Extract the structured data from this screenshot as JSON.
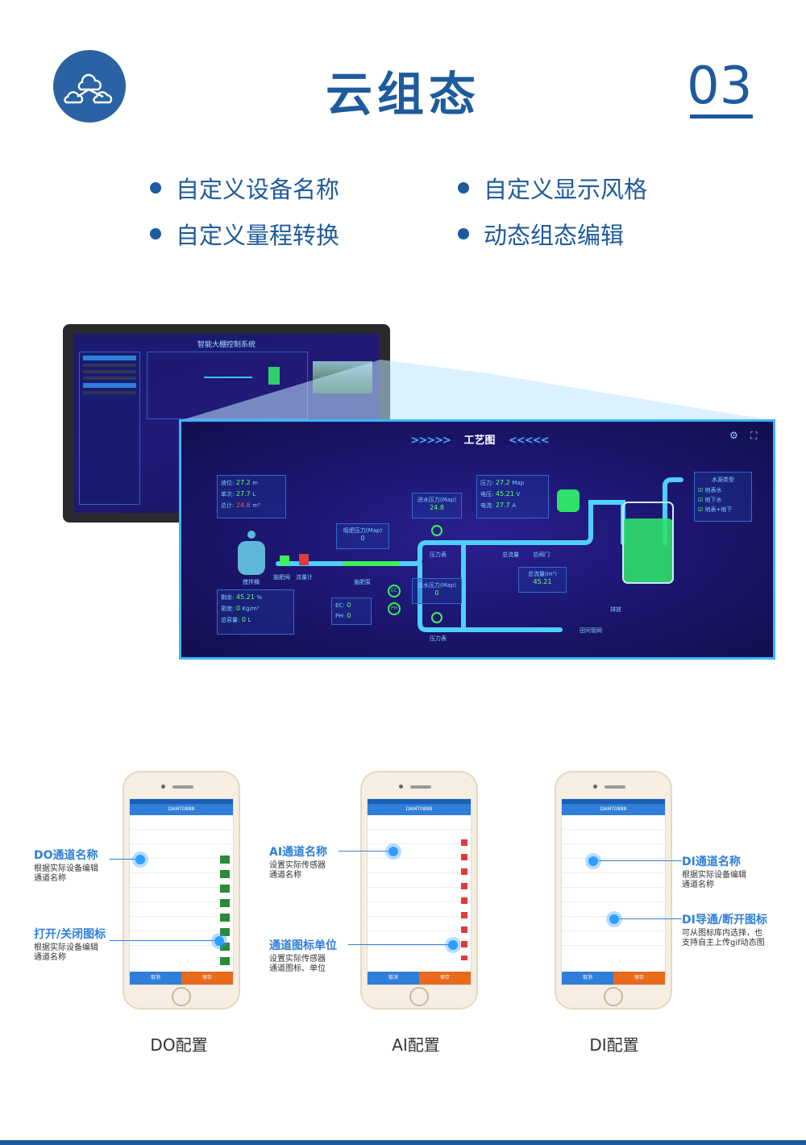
{
  "header": {
    "title": "云组态",
    "number": "03"
  },
  "features": [
    "自定义设备名称",
    "自定义显示风格",
    "自定义量程转换",
    "动态组态编辑"
  ],
  "monitor": {
    "title": "智能大棚控制系统"
  },
  "panel": {
    "title": "工艺图",
    "tank_box": {
      "level_label": "液位:",
      "level_value": "27.2",
      "level_unit": "m",
      "volume_label": "单次:",
      "volume_value": "27.7",
      "volume_unit": "L",
      "total_label": "总计:",
      "total_value": "24.8",
      "total_unit": "m³"
    },
    "pressure_box": {
      "p_label": "压力:",
      "p_value": "27.2",
      "p_unit": "Map",
      "v_label": "电压:",
      "v_value": "45.21",
      "v_unit": "V",
      "a_label": "电流:",
      "a_value": "27.7",
      "a_unit": "A"
    },
    "inlet_pressure": {
      "label": "进水压力(Map)",
      "value": "24.8"
    },
    "suction_pressure": {
      "label": "吸肥压力(Map)",
      "value": "0"
    },
    "outlet_pressure": {
      "label": "出水压力(Map)",
      "value": "0"
    },
    "total_flow": {
      "label": "总流量(m³)",
      "value": "45.21"
    },
    "remain_box": {
      "r_label": "剩余:",
      "r_value": "45.21",
      "r_unit": "%",
      "d_label": "密度:",
      "d_value": "0",
      "d_unit": "Kg/m³",
      "c_label": "总容量:",
      "c_value": "0",
      "c_unit": "L"
    },
    "ec_box": {
      "ec_label": "EC:",
      "ec_value": "0",
      "ph_label": "PH:",
      "ph_value": "0"
    },
    "water_source": {
      "title": "水源类型",
      "options": [
        "地表水",
        "地下水",
        "地表+地下"
      ]
    },
    "labels": {
      "mixer": "搅拌桶",
      "valve1": "施肥阀",
      "flowmeter": "流量计",
      "fert_pump": "施肥泵",
      "booster1": "压力表",
      "booster2": "压力表",
      "total_flow_meter": "总流量",
      "main_valve": "总阀门",
      "field": "田间管网",
      "drain": "排放",
      "ec": "EC",
      "ph": "PH"
    }
  },
  "phones": [
    {
      "name": "do",
      "device": "DAMT0888",
      "caption": "DO配置",
      "cancel": "取消",
      "save": "保存",
      "annotations": [
        {
          "title": "DO通道名称",
          "desc": "根据实际设备编辑\n通道名称"
        },
        {
          "title": "打开/关闭图标",
          "desc": "根据实际设备编辑\n通道名称"
        }
      ]
    },
    {
      "name": "ai",
      "device": "DAMT0888",
      "caption": "AI配置",
      "cancel": "取消",
      "save": "保存",
      "annotations": [
        {
          "title": "AI通道名称",
          "desc": "设置实际传感器\n通道名称"
        },
        {
          "title": "通道图标单位",
          "desc": "设置实际传感器\n通道图标、单位"
        }
      ]
    },
    {
      "name": "di",
      "device": "DAMT0888",
      "caption": "DI配置",
      "cancel": "取消",
      "save": "保存",
      "annotations": [
        {
          "title": "DI通道名称",
          "desc": "根据实际设备编辑\n通道名称"
        },
        {
          "title": "DI导通/断开图标",
          "desc": "可从图标库内选择，也\n支持自主上传gif动态图"
        }
      ]
    }
  ],
  "colors": {
    "brand": "#1e5a9e",
    "accent": "#2f7fd8",
    "save": "#e86a1c",
    "panel_border": "#39b5ff"
  }
}
